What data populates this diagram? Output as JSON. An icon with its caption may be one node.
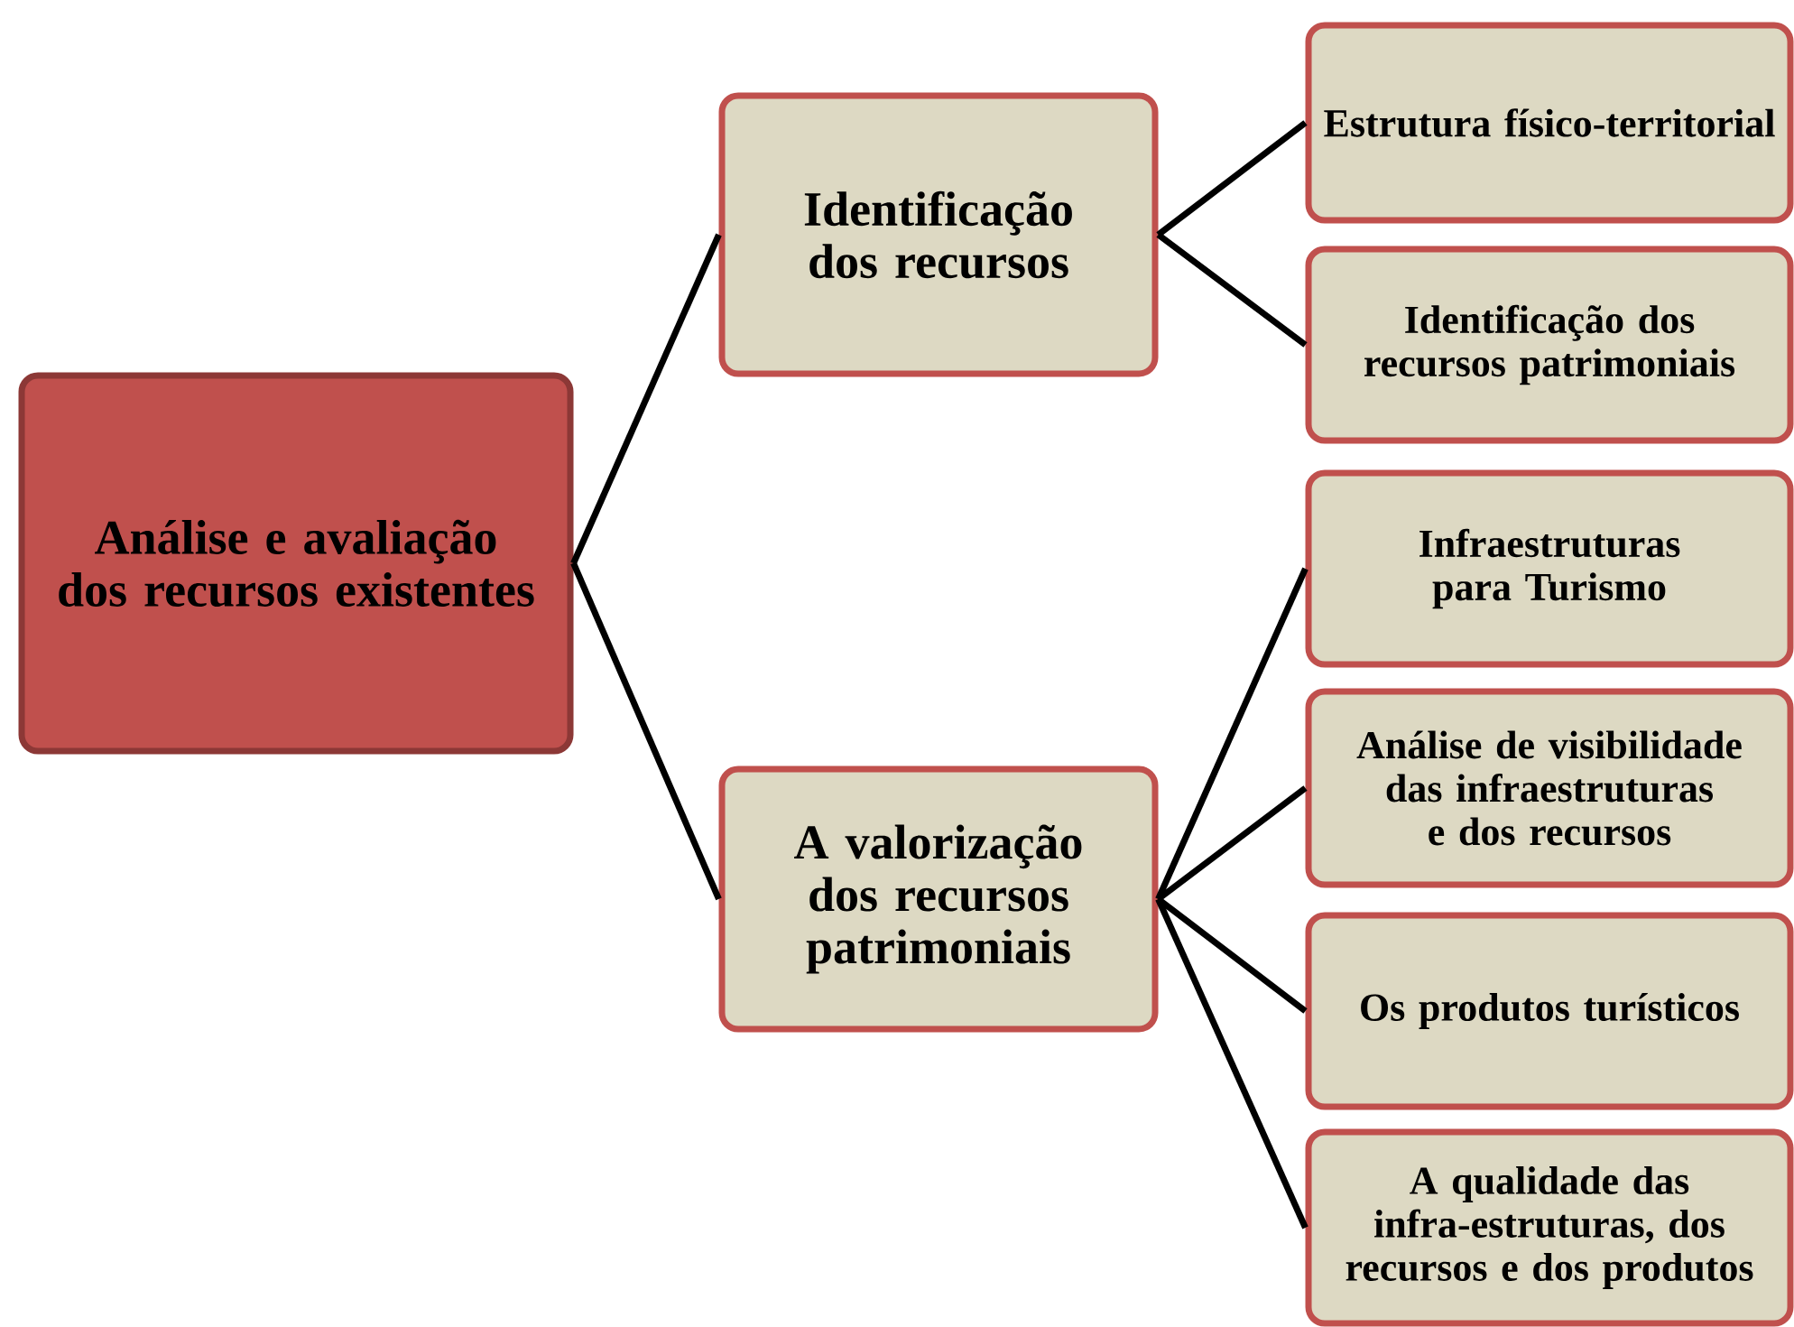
{
  "diagram": {
    "nodes": [
      {
        "text": [
          "Análise e avaliação dos recursos existentes"
        ]
      },
      {
        "text": [
          "Identificação dos recursos"
        ]
      },
      {
        "text": [
          "A valorização dos recursos patrimoniais"
        ]
      },
      {
        "text": [
          "Estrutura físico-territorial"
        ]
      },
      {
        "text": [
          "Identificação dos recursos patrimoniais"
        ]
      },
      {
        "text": [
          "Infraestruturas para Turismo"
        ]
      },
      {
        "text": [
          "Análise de visibilidade das infraestruturas e dos recursos"
        ]
      },
      {
        "text": [
          "Os produtos turísticos"
        ]
      },
      {
        "text": [
          "A qualidade das infra-estruturas, dos recursos e dos produtos"
        ]
      }
    ],
    "edges": [
      {
        "from": 0,
        "to": 1,
        "arrow": "none"
      },
      {
        "from": 0,
        "to": 2,
        "arrow": "none"
      },
      {
        "from": 1,
        "to": 3,
        "arrow": "none"
      },
      {
        "from": 1,
        "to": 4,
        "arrow": "none"
      },
      {
        "from": 2,
        "to": 5,
        "arrow": "none"
      },
      {
        "from": 2,
        "to": 6,
        "arrow": "none"
      },
      {
        "from": 2,
        "to": 7,
        "arrow": "none"
      },
      {
        "from": 2,
        "to": 8,
        "arrow": "none"
      }
    ]
  }
}
